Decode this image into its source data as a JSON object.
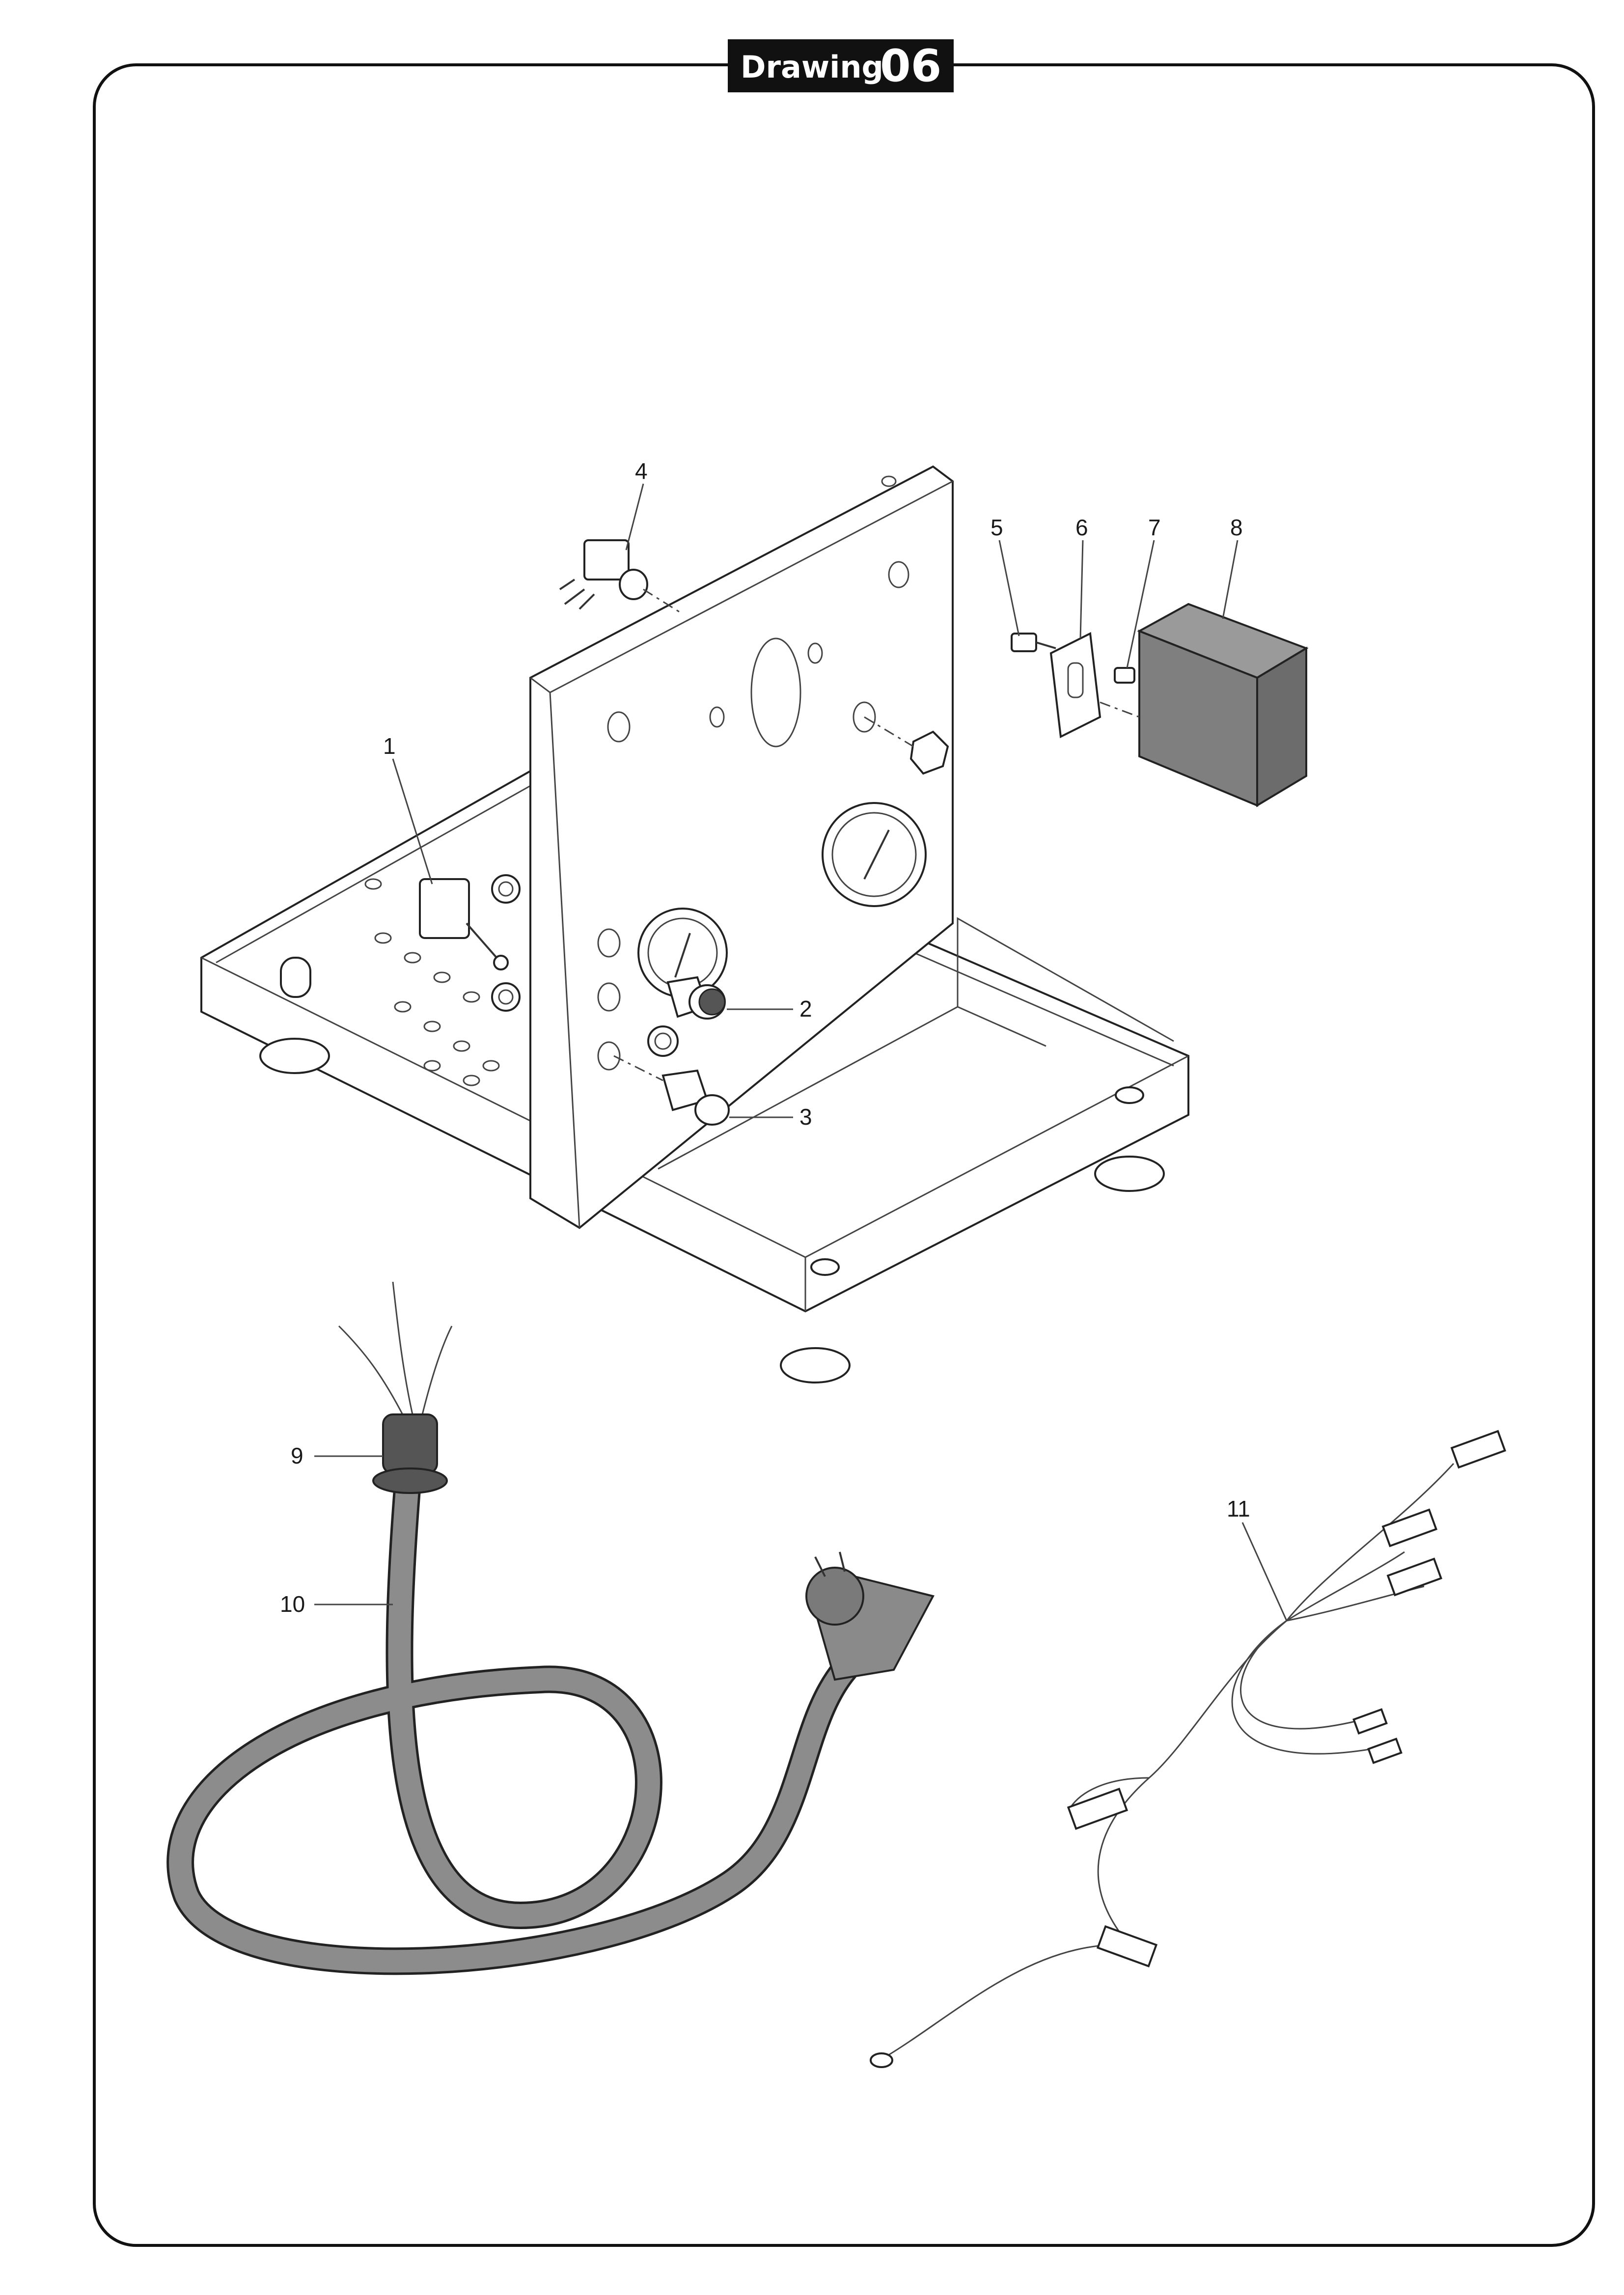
{
  "title": {
    "word": "Drawing",
    "number": "06"
  },
  "callouts": [
    "1",
    "2",
    "3",
    "4",
    "5",
    "6",
    "7",
    "8",
    "9",
    "10",
    "11"
  ],
  "colors": {
    "frame": "#111111",
    "title_bg": "#111111",
    "cord": "#8c8c8c",
    "box": "#7f7f7f",
    "knob": "#555555"
  }
}
